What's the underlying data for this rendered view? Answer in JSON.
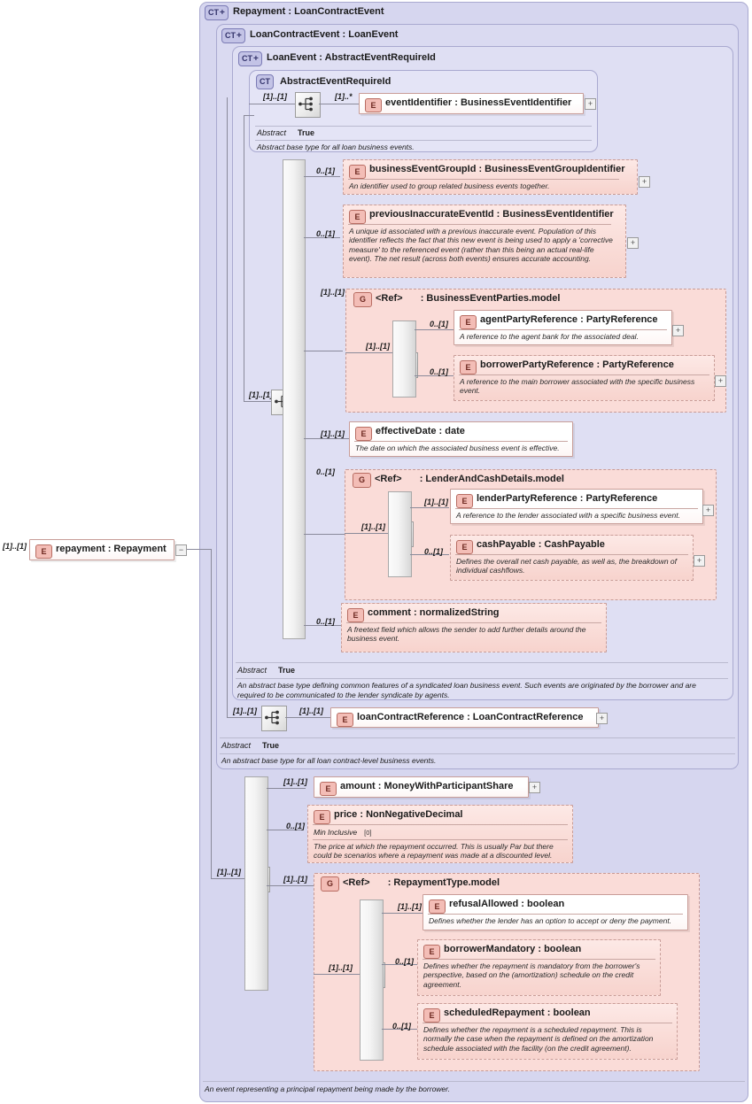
{
  "diagram": {
    "type": "xsd-schema-diagram",
    "root_element": {
      "badge": "E",
      "label": "repayment : Repayment",
      "cardinality": "[1]..[1]",
      "toggle": "−"
    },
    "complex_types": [
      {
        "badge": "CT",
        "expand": "+",
        "title": "Repayment : LoanContractEvent",
        "annotation": "An event representing a principal repayment being made by the borrower."
      },
      {
        "badge": "CT",
        "expand": "+",
        "title": "LoanContractEvent : LoanEvent",
        "abstract_label": "Abstract",
        "abstract_value": "True",
        "annotation": "An abstract base type for all loan contract-level business events."
      },
      {
        "badge": "CT",
        "expand": "+",
        "title": "LoanEvent : AbstractEventRequireId",
        "abstract_label": "Abstract",
        "abstract_value": "True",
        "annotation": "An abstract base type defining common features of a syndicated loan business event. Such events are originated by the borrower and are required to be communicated to the lender syndicate by agents."
      },
      {
        "badge": "CT",
        "expand": "",
        "title": "AbstractEventRequireId",
        "abstract_label": "Abstract",
        "abstract_value": "True",
        "annotation": "Abstract base type for all loan business events."
      }
    ],
    "groups": [
      {
        "badge": "G",
        "ref": "<Ref>",
        "title": ": BusinessEventParties.model",
        "cardinality": "[1]..[1]"
      },
      {
        "badge": "G",
        "ref": "<Ref>",
        "title": ": LenderAndCashDetails.model",
        "cardinality": "0..[1]"
      },
      {
        "badge": "G",
        "ref": "<Ref>",
        "title": ": RepaymentType.model",
        "cardinality": "[1]..[1]"
      }
    ],
    "elements": [
      {
        "id": "eventIdentifier",
        "badge": "E",
        "label": "eventIdentifier : BusinessEventIdentifier",
        "cardinality": "[1]..*",
        "inner_cardinality": "[1]..[1]",
        "required": true,
        "expand": "+",
        "doc": ""
      },
      {
        "id": "businessEventGroupId",
        "badge": "E",
        "label": "businessEventGroupId : BusinessEventGroupIdentifier",
        "cardinality": "0..[1]",
        "required": false,
        "expand": "+",
        "doc": "An identifier used to group related business events together."
      },
      {
        "id": "previousInaccurateEventId",
        "badge": "E",
        "label": "previousInaccurateEventId : BusinessEventIdentifier",
        "cardinality": "0..[1]",
        "required": false,
        "expand": "+",
        "doc": "A unique id associated with a previous inaccurate event. Population of this identifier reflects the fact that this new event is being used to apply a 'corrective measure' to the referenced event (rather than this being an actual real-life event). The net result (across both events) ensures accurate accounting."
      },
      {
        "id": "agentPartyReference",
        "badge": "E",
        "label": "agentPartyReference : PartyReference",
        "cardinality": "0..[1]",
        "required": true,
        "expand": "+",
        "doc": "A reference to the agent bank for the associated deal."
      },
      {
        "id": "borrowerPartyReference",
        "badge": "E",
        "label": "borrowerPartyReference : PartyReference",
        "cardinality": "0..[1]",
        "required": false,
        "expand": "+",
        "doc": "A reference to the main borrower associated with the specific business event."
      },
      {
        "id": "effectiveDate",
        "badge": "E",
        "label": "effectiveDate : date",
        "cardinality": "[1]..[1]",
        "required": true,
        "expand": "",
        "doc": "The date on which the associated business event is effective."
      },
      {
        "id": "lenderPartyReference",
        "badge": "E",
        "label": "lenderPartyReference : PartyReference",
        "cardinality": "[1]..[1]",
        "required": true,
        "expand": "+",
        "doc": "A reference to the lender associated with a specific business event."
      },
      {
        "id": "cashPayable",
        "badge": "E",
        "label": "cashPayable : CashPayable",
        "cardinality": "0..[1]",
        "required": false,
        "expand": "+",
        "doc": "Defines the overall net cash payable, as well as, the breakdown of individual cashflows."
      },
      {
        "id": "comment",
        "badge": "E",
        "label": "comment : normalizedString",
        "cardinality": "0..[1]",
        "required": false,
        "expand": "",
        "doc": "A freetext field which allows the sender to add further details around the business event."
      },
      {
        "id": "loanContractReference",
        "badge": "E",
        "label": "loanContractReference : LoanContractReference",
        "cardinality": "[1]..[1]",
        "inner_cardinality": "[1]..[1]",
        "required": true,
        "expand": "+",
        "doc": ""
      },
      {
        "id": "amount",
        "badge": "E",
        "label": "amount  : MoneyWithParticipantShare",
        "cardinality": "[1]..[1]",
        "required": true,
        "expand": "+",
        "doc": ""
      },
      {
        "id": "price",
        "badge": "E",
        "label": "price      : NonNegativeDecimal",
        "cardinality": "0..[1]",
        "required": false,
        "expand": "",
        "facet_label": "Min Inclusive",
        "facet_value": "[0]",
        "doc": "The price at which the repayment occurred. This is usually Par but there could be scenarios where a repayment was made at a discounted level."
      },
      {
        "id": "refusalAllowed",
        "badge": "E",
        "label": "refusalAllowed : boolean",
        "cardinality": "[1]..[1]",
        "required": true,
        "expand": "",
        "doc": "Defines whether the lender has an option to accept or deny the payment."
      },
      {
        "id": "borrowerMandatory",
        "badge": "E",
        "label": "borrowerMandatory : boolean",
        "cardinality": "0..[1]",
        "required": false,
        "expand": "",
        "doc": "Defines whether the repayment is mandatory from the borrower's perspective, based on the (amortization) schedule on the credit agreement."
      },
      {
        "id": "scheduledRepayment",
        "badge": "E",
        "label": "scheduledRepayment : boolean",
        "cardinality": "0..[1]",
        "required": false,
        "expand": "",
        "doc": "Defines whether the repayment is a scheduled repayment. This is normally the case when the repayment is defined on the amortization schedule associated with the facility (on the credit agreement)."
      }
    ],
    "compositor_cardinalities": {
      "abstract_event_seq": "[1]..[1]",
      "loan_event_seq": "[1]..[1]",
      "business_event_parties_seq": "[1]..[1]",
      "lender_cash_seq": "[1]..[1]",
      "loan_contract_seq": "[1]..[1]",
      "repayment_seq": "[1]..[1]",
      "repayment_type_seq": "[1]..[1]"
    },
    "colors": {
      "ct_fill": "#dcdcf2",
      "ct_border": "#a9a9d0",
      "element_fill": "#fadcd8",
      "element_border": "#c89d98",
      "badge_fill": "#f3bdb6",
      "badge_border": "#b86d63",
      "line": "#8a8a9a"
    }
  }
}
